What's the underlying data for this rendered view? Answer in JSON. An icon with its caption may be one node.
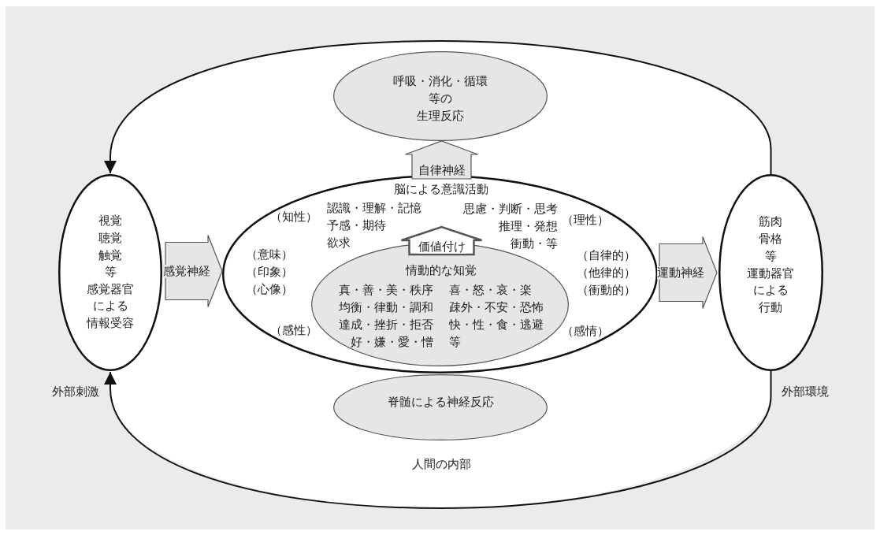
{
  "diagram": {
    "nodes": [
      {
        "text": [
          "呼吸・消化・循環",
          "等の",
          "生理反応"
        ]
      },
      {
        "text": [
          "視覚",
          "聴覚",
          "触覚",
          "等",
          "感覚器官",
          "による",
          "情報受容"
        ]
      },
      {
        "text": [
          "脳による意識活動",
          "認識・理解・記憶",
          "予感・期待",
          "欲求",
          "思慮・判断・思考",
          "推理・発想",
          "衝動・等",
          "（知性）",
          "（理性）",
          "（意味）",
          "（印象）",
          "（心像）",
          "（自律的）",
          "（他律的）",
          "（衝動的）",
          "（感性）",
          "（感情）"
        ]
      },
      {
        "text": [
          "情動的な知覚",
          "真・善・美・秩序",
          "均衡・律動・調和",
          "達成・挫折・拒否",
          "好・嫌・愛・憎",
          "喜・怒・哀・楽",
          "疎外・不安・恐怖",
          "快・性・食・逃避",
          "等"
        ],
        "in": 2
      },
      {
        "text": [
          "脊髄による神経反応"
        ]
      },
      {
        "text": [
          "筋肉",
          "骨格",
          "等",
          "運動器官",
          "による",
          "行動"
        ]
      }
    ],
    "edges": [
      {
        "from": 1,
        "to": 2,
        "arrow": "to",
        "label": "感覚神経"
      },
      {
        "from": 2,
        "to": 0,
        "arrow": "to",
        "label": "自律神経"
      },
      {
        "from": 3,
        "to": null,
        "arrow": "to",
        "label": "価値付け"
      },
      {
        "from": 2,
        "to": 5,
        "arrow": "to",
        "label": "運動神経"
      },
      {
        "from": 5,
        "to": 1,
        "arrow": "to"
      },
      {
        "from": 5,
        "to": 1,
        "arrow": "to"
      }
    ],
    "labels": [
      "外部刺激",
      "外部環境",
      "人間の内部"
    ]
  }
}
